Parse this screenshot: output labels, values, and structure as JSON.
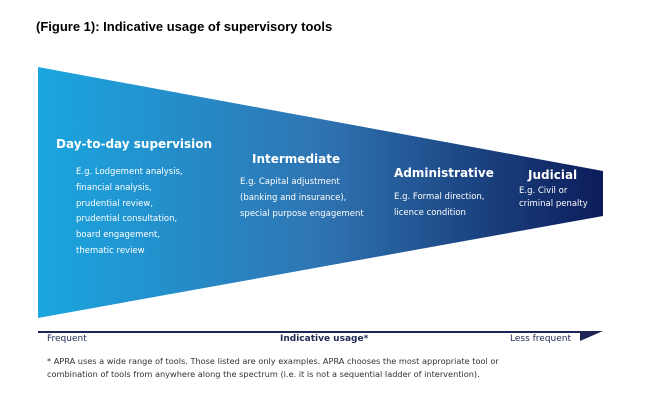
{
  "title": "(Figure 1): Indicative usage of supervisory tools",
  "colors": {
    "gradient_start": "#1aa6e0",
    "gradient_end": "#0c1c5a",
    "axis": "#1e2556"
  },
  "stages": [
    {
      "heading": "Day-to-day supervision",
      "lines": [
        "E.g. Lodgement analysis,",
        "financial analysis,",
        "prudential review,",
        "prudential consultation,",
        "board engagement,",
        "thematic review"
      ]
    },
    {
      "heading": "Intermediate",
      "lines": [
        "E.g. Capital adjustment",
        "(banking and insurance),",
        "special purpose engagement"
      ]
    },
    {
      "heading": "Administrative",
      "lines": [
        "E.g. Formal direction,",
        "licence condition"
      ]
    },
    {
      "heading": "Judicial",
      "lines": [
        "E.g. Civil or",
        "criminal penalty"
      ]
    }
  ],
  "axis": {
    "left_label": "Frequent",
    "center_label": "Indicative usage*",
    "right_label": "Less frequent"
  },
  "footnote": [
    "* APRA uses a wide range of tools. Those listed are only examples. APRA chooses the most appropriate tool or",
    "combination of tools from anywhere along the spectrum (i.e. it is not a sequential ladder of intervention)."
  ]
}
